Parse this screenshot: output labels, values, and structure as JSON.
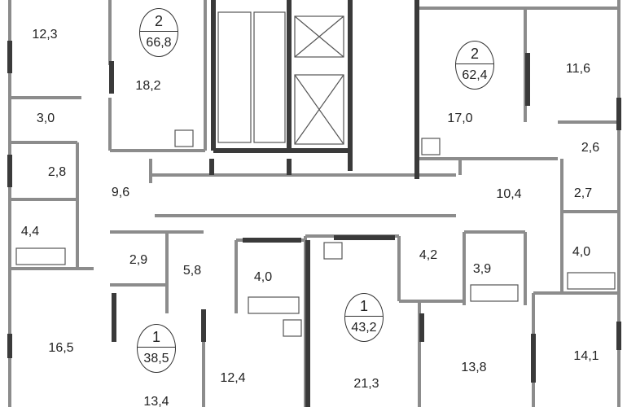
{
  "apartments": [
    {
      "rooms": "2",
      "area": "66,8"
    },
    {
      "rooms": "2",
      "area": "62,4"
    },
    {
      "rooms": "1",
      "area": "38,5"
    },
    {
      "rooms": "1",
      "area": "43,2"
    }
  ],
  "rooms": [
    "12,3",
    "18,2",
    "3,0",
    "2,8",
    "9,6",
    "4,4",
    "2,9",
    "5,8",
    "4,0",
    "16,5",
    "12,4",
    "13,4",
    "21,3",
    "13,8",
    "14,1",
    "4,2",
    "3,9",
    "4,0",
    "10,4",
    "2,7",
    "2,6",
    "17,0",
    "11,6"
  ],
  "colors": {
    "wall_dark": "#3a3a3a",
    "wall_light": "#8c8c8c"
  }
}
